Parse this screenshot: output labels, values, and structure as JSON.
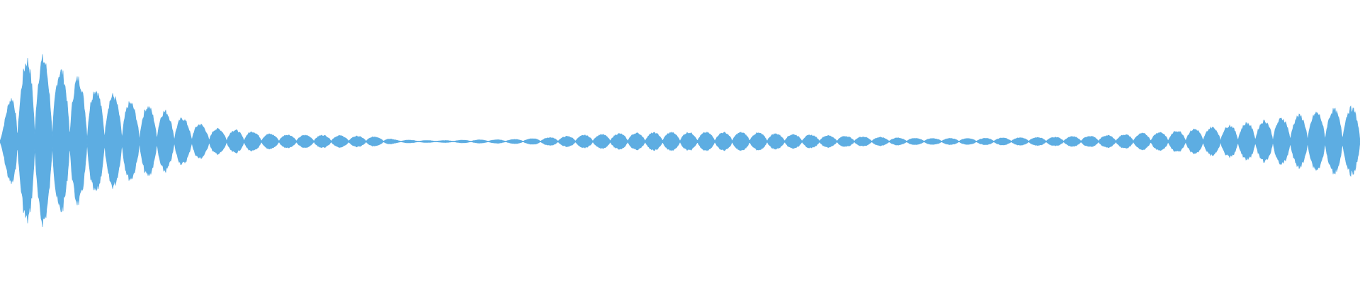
{
  "waveform": {
    "color": "#5DADE2",
    "background": "#ffffff",
    "envelope_keyframes": [
      [
        0.0,
        0.1
      ],
      [
        0.01,
        0.6
      ],
      [
        0.02,
        0.92
      ],
      [
        0.025,
        1.0
      ],
      [
        0.04,
        0.82
      ],
      [
        0.055,
        0.72
      ],
      [
        0.07,
        0.58
      ],
      [
        0.085,
        0.5
      ],
      [
        0.1,
        0.4
      ],
      [
        0.115,
        0.38
      ],
      [
        0.13,
        0.28
      ],
      [
        0.145,
        0.2
      ],
      [
        0.16,
        0.14
      ],
      [
        0.18,
        0.12
      ],
      [
        0.2,
        0.08
      ],
      [
        0.22,
        0.07
      ],
      [
        0.24,
        0.07
      ],
      [
        0.26,
        0.06
      ],
      [
        0.28,
        0.05
      ],
      [
        0.29,
        0.02
      ],
      [
        0.31,
        0.012
      ],
      [
        0.33,
        0.012
      ],
      [
        0.35,
        0.018
      ],
      [
        0.37,
        0.02
      ],
      [
        0.39,
        0.03
      ],
      [
        0.41,
        0.05
      ],
      [
        0.43,
        0.07
      ],
      [
        0.46,
        0.09
      ],
      [
        0.49,
        0.1
      ],
      [
        0.52,
        0.1
      ],
      [
        0.55,
        0.1
      ],
      [
        0.58,
        0.08
      ],
      [
        0.6,
        0.07
      ],
      [
        0.62,
        0.06
      ],
      [
        0.64,
        0.05
      ],
      [
        0.66,
        0.04
      ],
      [
        0.68,
        0.035
      ],
      [
        0.7,
        0.035
      ],
      [
        0.72,
        0.035
      ],
      [
        0.74,
        0.04
      ],
      [
        0.76,
        0.045
      ],
      [
        0.78,
        0.05
      ],
      [
        0.8,
        0.06
      ],
      [
        0.82,
        0.07
      ],
      [
        0.84,
        0.09
      ],
      [
        0.86,
        0.11
      ],
      [
        0.88,
        0.14
      ],
      [
        0.9,
        0.17
      ],
      [
        0.92,
        0.21
      ],
      [
        0.94,
        0.25
      ],
      [
        0.96,
        0.3
      ],
      [
        0.98,
        0.35
      ],
      [
        1.0,
        0.38
      ]
    ],
    "lobes": 78,
    "noise": 0.1
  }
}
